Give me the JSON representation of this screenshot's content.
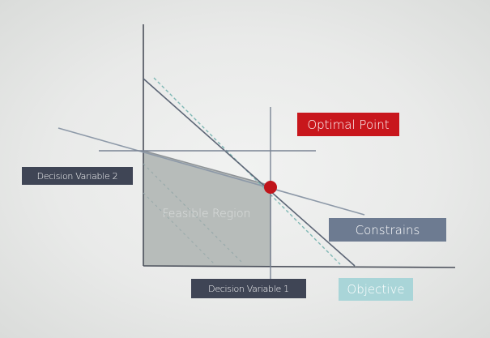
{
  "diagram": {
    "labels": {
      "optimal_point": "Optimal Point",
      "constrains": "Constrains",
      "objective": "Objective",
      "decision_variable_2": "Decision Variable 2",
      "decision_variable_1": "Decision Variable 1",
      "feasible_region": "Feasible Region"
    },
    "colors": {
      "optimal_point": "#c8161c",
      "constrains": "#6d7b91",
      "objective": "#a9d5d8",
      "axis_labels": "#3f4555",
      "feasible_region": "#b7bcba",
      "axis_lines": "#4a4f5a"
    }
  }
}
